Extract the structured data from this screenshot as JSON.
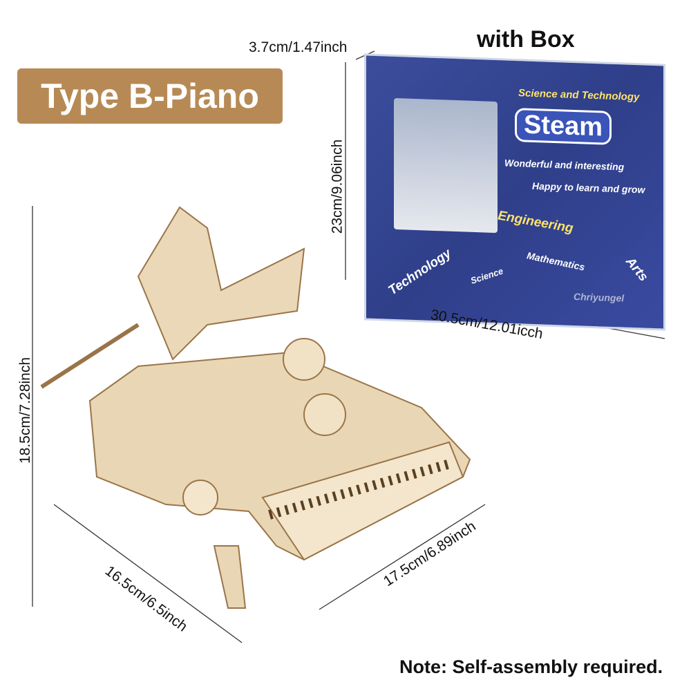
{
  "badge": {
    "label": "Type B-Piano"
  },
  "box_heading": "with Box",
  "dimensions": {
    "box_depth": "3.7cm/1.47inch",
    "box_height": "23cm/9.06inch",
    "box_width": "30.5cm/12.01icch",
    "piano_height": "18.5cm/7.28inch",
    "piano_depth": "16.5cm/6.5inch",
    "piano_width": "17.5cm/6.89inch"
  },
  "box_art": {
    "tagline": "Science and Technology",
    "logo": "Steam",
    "line1": "Wonderful and interesting",
    "line2": "Happy to learn and grow",
    "arcs": [
      "Technology",
      "Engineering",
      "Science",
      "Mathematics",
      "Arts"
    ],
    "watermark": "Chriyungel"
  },
  "note": "Note: Self-assembly required.",
  "colors": {
    "badge": "#b78a55",
    "box": "#33448f",
    "wood": "#e9d6b4"
  }
}
